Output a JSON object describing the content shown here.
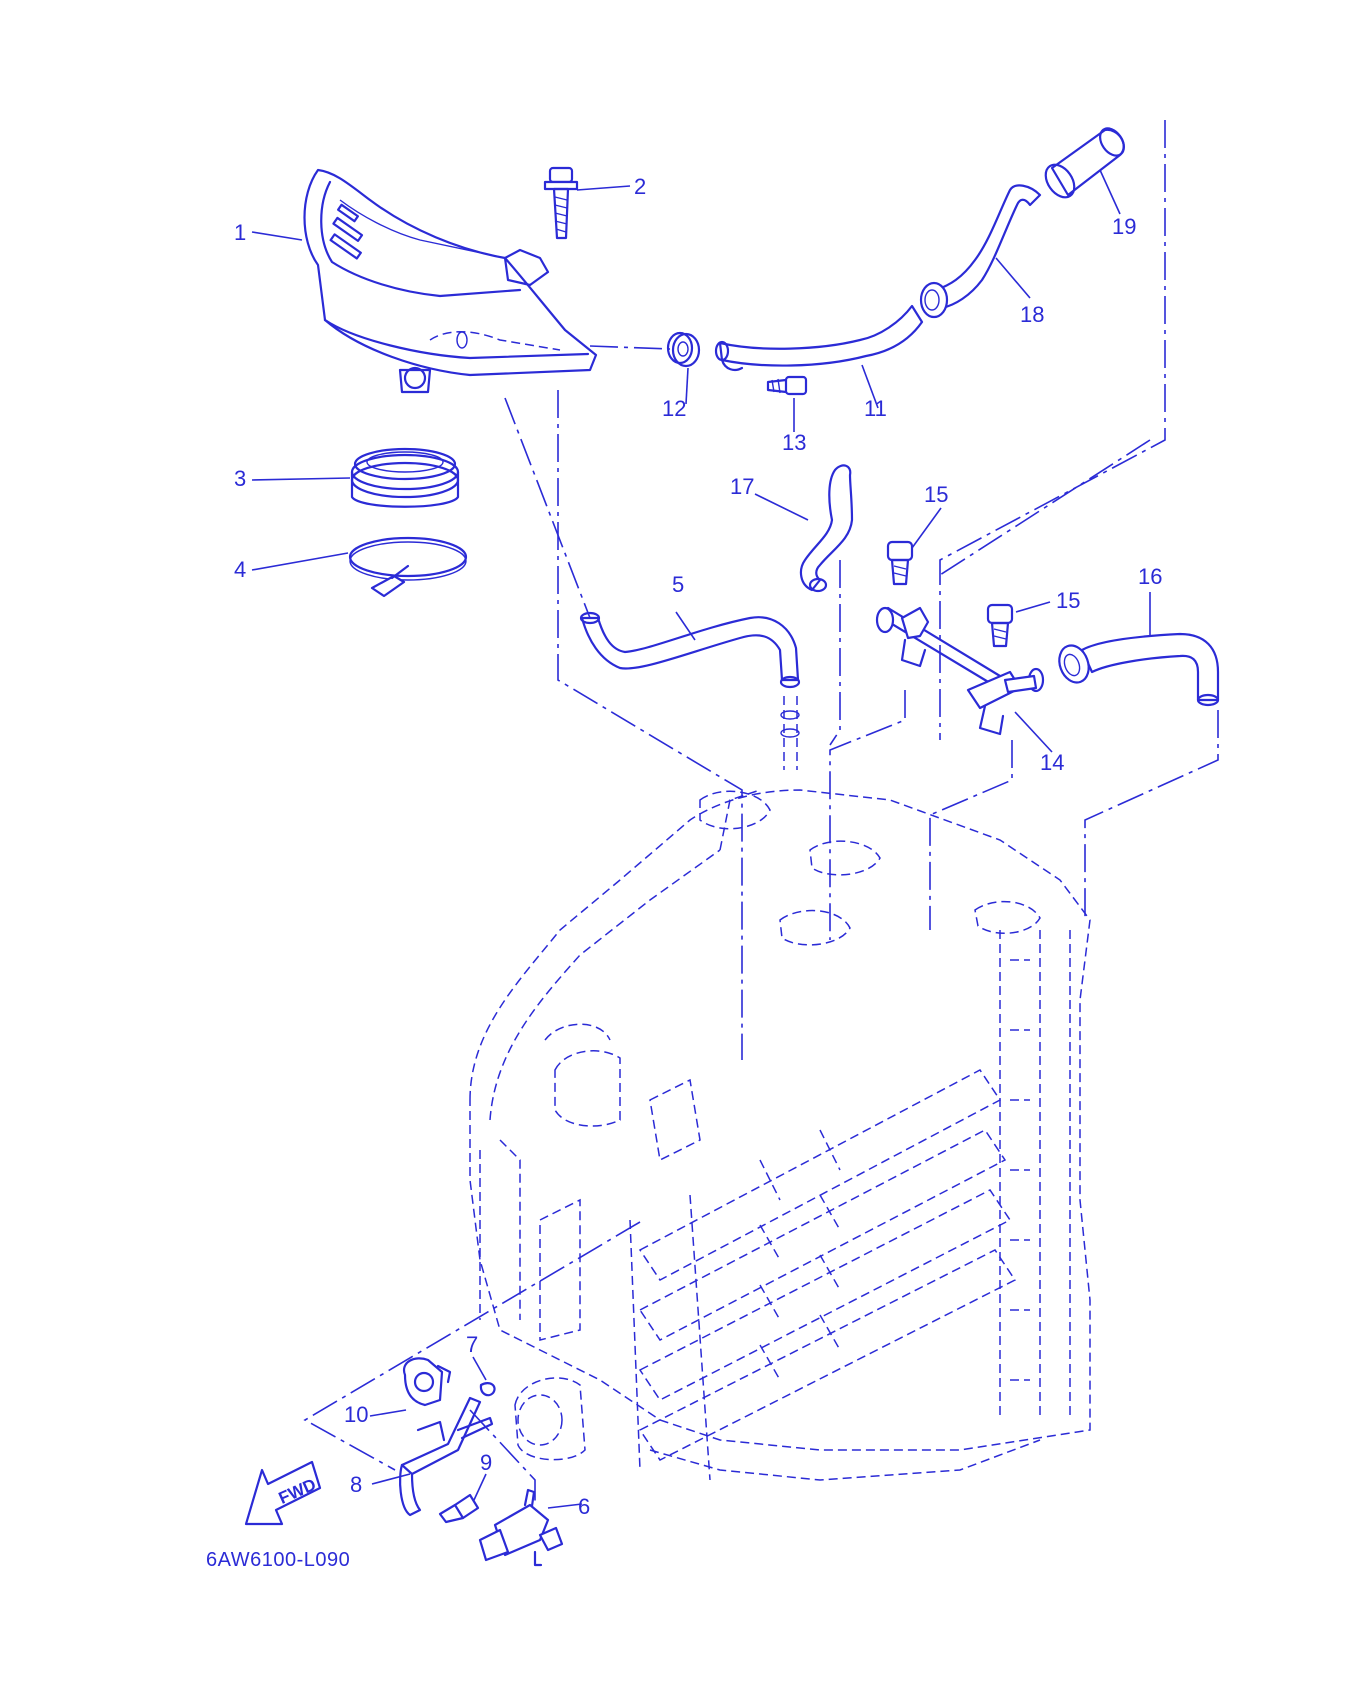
{
  "diagram": {
    "drawing_code": "6AW6100-L090",
    "direction_arrow_label": "FWD",
    "line_color": "#2b2bd6",
    "background_color": "#ffffff",
    "callouts": [
      "1",
      "2",
      "3",
      "4",
      "5",
      "6",
      "7",
      "8",
      "9",
      "10",
      "11",
      "12",
      "13",
      "14",
      "15",
      "15",
      "16",
      "17",
      "18",
      "19"
    ]
  }
}
